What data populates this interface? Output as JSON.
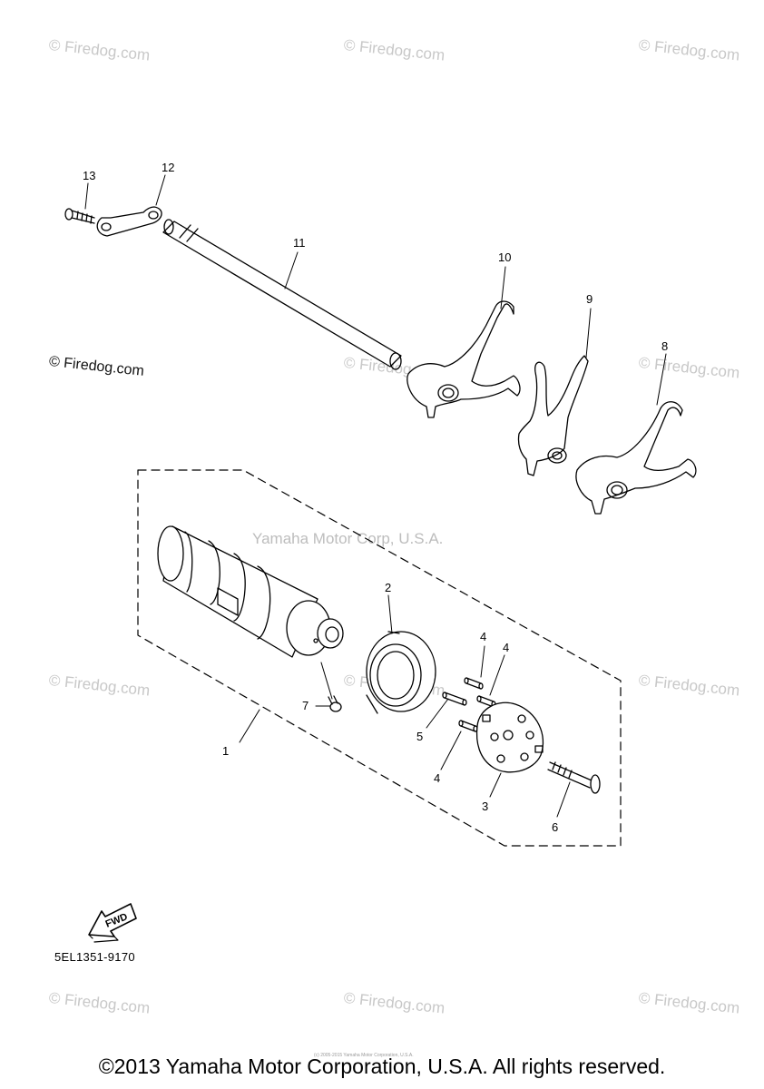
{
  "watermarks": [
    "© Firedog.com",
    "© Firedog.com",
    "© Firedog.com",
    "© Firedog.com",
    "© Firedog.com",
    "© Firedog.com",
    "© Firedog.com",
    "© Firedog.com",
    "© Firedog.com",
    "© Firedog.com",
    "© Firedog.com"
  ],
  "side_watermark": "© Firedog.com",
  "center_watermark": "Yamaha Motor Corp, U.S.A.",
  "callouts": {
    "p1": "1",
    "p2": "2",
    "p3": "3",
    "p4a": "4",
    "p4b": "4",
    "p4c": "4",
    "p5": "5",
    "p6": "6",
    "p7": "7",
    "p8": "8",
    "p9": "9",
    "p10": "10",
    "p11": "11",
    "p12": "12",
    "p13": "13"
  },
  "fwd_label": "FWD",
  "part_code": "5EL1351-9170",
  "fine_print": "(c) 2005-2015 Yamaha Motor Corporation, U.S.A.",
  "footer": "©2013 Yamaha Motor Corporation, U.S.A. All rights reserved."
}
